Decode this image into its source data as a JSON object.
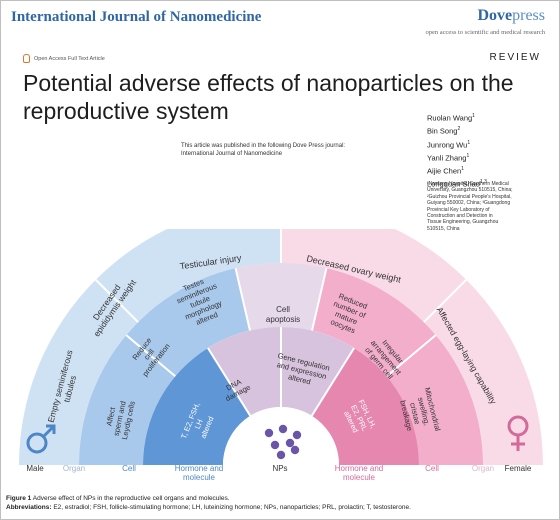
{
  "header": {
    "journal": "International Journal of Nanomedicine",
    "publisher_bold": "Dove",
    "publisher_light": "press",
    "tagline": "open access to scientific and medical research"
  },
  "article": {
    "open_access": "Open Access Full Text Article",
    "type": "REVIEW",
    "title_line1": "Potential adverse effects of nanoparticles on the",
    "title_line2": "reproductive system",
    "published_line1": "This article was published in the following Dove Press journal:",
    "published_line2": "International Journal of Nanomedicine"
  },
  "authors": [
    {
      "name": "Ruolan Wang",
      "sup": "1"
    },
    {
      "name": "Bin Song",
      "sup": "2"
    },
    {
      "name": "Junrong Wu",
      "sup": "1"
    },
    {
      "name": "Yanli Zhang",
      "sup": "1"
    },
    {
      "name": "Aijie Chen",
      "sup": "1"
    },
    {
      "name": "Longquan Shao",
      "sup": "1,3"
    }
  ],
  "affiliations": [
    "¹Nanfang Hospital, Southern Medical",
    "University, Guangzhou 510515, China;",
    "²Guizhou Provincial People's Hospital,",
    "Guiyang 550002, China; ³Guangdong",
    "Provincial Key Laboratory of",
    "Construction and Detection in",
    "Tissue Engineering, Guangzhou",
    "510515, China"
  ],
  "figure": {
    "outer_arc": {
      "left": "Testicular injury",
      "right": "Decreased ovary weight"
    },
    "male_organ": [
      [
        "Decreased",
        "epididymis weight"
      ],
      [
        "Empty seminiferous",
        "tubules"
      ]
    ],
    "female_organ": [
      [
        "Affected egg-laying capability"
      ]
    ],
    "male_cell": [
      [
        "Testes",
        "seminiferous",
        "tubule",
        "morphology",
        "altered"
      ],
      [
        "Reduce",
        "cell",
        "proliferation"
      ],
      [
        "Affect",
        "sperm and",
        "Leydig cells"
      ]
    ],
    "center_cell": [
      "Cell",
      "apoptosis"
    ],
    "female_cell": [
      [
        "Reduced",
        "number of",
        "mature",
        "oocytes"
      ],
      [
        "Irregular",
        "arrangement",
        "of germ cell"
      ],
      [
        "Mitochondrial",
        "swelling,",
        "cristae",
        "breakage"
      ]
    ],
    "molecule": {
      "male_hormone": [
        "T, E2, FSH,",
        "LH",
        "altered"
      ],
      "dna": [
        "DNA",
        "damage"
      ],
      "gene": [
        "Gene regulation",
        "and expression",
        "altered"
      ],
      "female_hormone": [
        "FSH, LH,",
        "E2, PRL",
        "altered"
      ]
    },
    "axis_labels": {
      "male": "Male",
      "organ_l": "Organ",
      "cell_l": "Cell",
      "hormone_l": [
        "Hormone and",
        "molecule"
      ],
      "nps": "NPs",
      "hormone_r": [
        "Hormone and",
        "molecule"
      ],
      "cell_r": "Cell",
      "organ_r": "Organ",
      "female": "Female"
    },
    "colors": {
      "male_outer": "#cfe2f4",
      "male_cell": "#a9c9ec",
      "male_inner": "#5f96d6",
      "female_outer": "#f9dbe8",
      "female_cell": "#f2aecb",
      "female_inner": "#e687b0",
      "center_cell": "#e6d9ea",
      "center_inner": "#d7c3dd",
      "nps": "#6b55a8",
      "male_symbol": "#4d86c6",
      "female_symbol": "#d36a99"
    }
  },
  "caption": {
    "fig_label": "Figure 1",
    "fig_text": "Adverse effect of NPs in the reproductive cell organs and molecules.",
    "abbr_label": "Abbreviations:",
    "abbr_text": "E2, estradiol; FSH, follicle-stimulating hormone; LH, luteinizing hormone; NPs, nanoparticles; PRL, prolactin; T, testosterone."
  }
}
